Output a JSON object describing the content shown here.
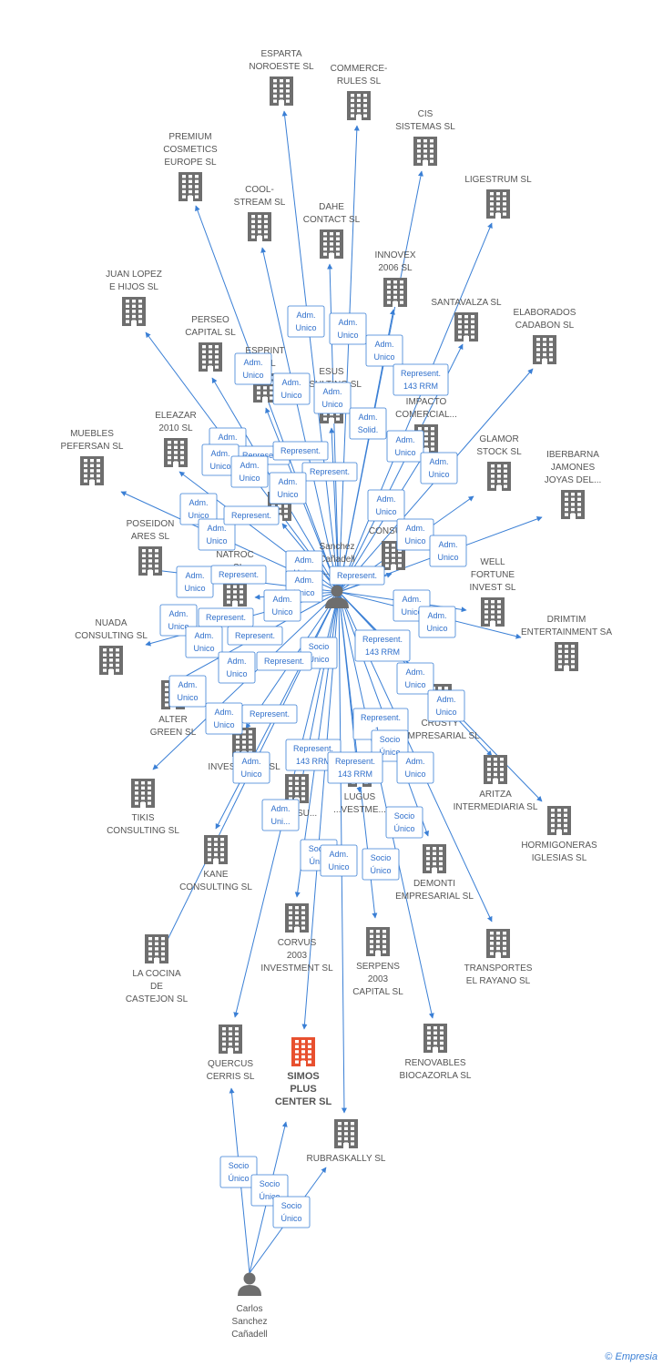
{
  "colors": {
    "edge": "#3a7fd5",
    "company": "#6e6e6e",
    "focus": "#e8502f",
    "person": "#6e6e6e"
  },
  "copyright": {
    "symbol": "©",
    "brand": "Empresia"
  },
  "companies": [
    {
      "id": "esparta",
      "lines": [
        "ESPARTA",
        "NOROESTE SL"
      ]
    },
    {
      "id": "commerce",
      "lines": [
        "COMMERCE-",
        "RULES  SL"
      ]
    },
    {
      "id": "cis",
      "lines": [
        "CIS",
        "SISTEMAS SL"
      ]
    },
    {
      "id": "premium",
      "lines": [
        "PREMIUM",
        "COSMETICS",
        "EUROPE  SL"
      ]
    },
    {
      "id": "ligestrum",
      "lines": [
        "LIGESTRUM SL"
      ]
    },
    {
      "id": "coolstream",
      "lines": [
        "COOL-",
        "STREAM  SL"
      ]
    },
    {
      "id": "dahe",
      "lines": [
        "DAHE",
        "CONTACT SL"
      ]
    },
    {
      "id": "innovex",
      "lines": [
        "INNOVEX",
        "2006 SL"
      ]
    },
    {
      "id": "juanlopez",
      "lines": [
        "JUAN LOPEZ",
        "E HIJOS SL"
      ]
    },
    {
      "id": "santavalza",
      "lines": [
        "SANTAVALZA SL"
      ]
    },
    {
      "id": "elaborados",
      "lines": [
        "ELABORADOS",
        "CADABON  SL"
      ]
    },
    {
      "id": "perseo",
      "lines": [
        "PERSEO",
        "CAPITAL SL"
      ]
    },
    {
      "id": "esprint",
      "lines": [
        "ESPRINT",
        "... SL"
      ]
    },
    {
      "id": "esus",
      "lines": [
        "ESUS",
        "...SULTING SL"
      ]
    },
    {
      "id": "impacto",
      "lines": [
        "IMPACTO",
        "COMERCIAL..."
      ]
    },
    {
      "id": "eleazar",
      "lines": [
        "ELEAZAR",
        "2010 SL"
      ]
    },
    {
      "id": "muebles",
      "lines": [
        "MUEBLES",
        "PEFERSAN SL"
      ]
    },
    {
      "id": "glamor",
      "lines": [
        "GLAMOR",
        "STOCK  SL"
      ]
    },
    {
      "id": "iberbarna",
      "lines": [
        "IBERBARNA",
        "JAMONES",
        "JOYAS DEL..."
      ]
    },
    {
      "id": "hmid",
      "lines": [
        "H..."
      ]
    },
    {
      "id": "poseidon",
      "lines": [
        "POSEIDON",
        "ARES SL"
      ]
    },
    {
      "id": "consult",
      "lines": [
        "CONSULT..."
      ]
    },
    {
      "id": "natroc",
      "lines": [
        "NATROC",
        "...SL"
      ]
    },
    {
      "id": "well",
      "lines": [
        "WELL",
        "FORTUNE",
        "INVEST  SL"
      ]
    },
    {
      "id": "nuada",
      "lines": [
        "NUADA",
        "CONSULTING SL"
      ]
    },
    {
      "id": "drimtim",
      "lines": [
        "DRIMTIM",
        "ENTERTAINMENT SA"
      ]
    },
    {
      "id": "alter",
      "lines": [
        "ALTER",
        "GREEN SL"
      ]
    },
    {
      "id": "crusty",
      "lines": [
        "CRUSTY",
        "...MPRESARIAL SL"
      ]
    },
    {
      "id": "tikis",
      "lines": [
        "TIKIS",
        "CONSULTING SL"
      ]
    },
    {
      "id": "investment",
      "lines": [
        "INVESTMENT SL"
      ]
    },
    {
      "id": "aritza",
      "lines": [
        "ARITZA",
        "INTERMEDIARIA SL"
      ]
    },
    {
      "id": "lugus",
      "lines": [
        "LUGUS",
        "...VESTME..."
      ]
    },
    {
      "id": "consu2",
      "lines": [
        "CONSU..."
      ]
    },
    {
      "id": "hormigoneras",
      "lines": [
        "HORMIGONERAS",
        "IGLESIAS SL"
      ]
    },
    {
      "id": "kane",
      "lines": [
        "KANE",
        "CONSULTING SL"
      ]
    },
    {
      "id": "demonti",
      "lines": [
        "DEMONTI",
        "EMPRESARIAL SL"
      ]
    },
    {
      "id": "lacocina",
      "lines": [
        "LA COCINA",
        "DE",
        "CASTEJON SL"
      ]
    },
    {
      "id": "corvus",
      "lines": [
        "CORVUS",
        "2003",
        "INVESTMENT SL"
      ]
    },
    {
      "id": "serpens",
      "lines": [
        "SERPENS",
        "2003",
        "CAPITAL SL"
      ]
    },
    {
      "id": "transportes",
      "lines": [
        "TRANSPORTES",
        "EL RAYANO SL"
      ]
    },
    {
      "id": "quercus",
      "lines": [
        "QUERCUS",
        "CERRIS SL"
      ]
    },
    {
      "id": "simos",
      "lines": [
        "SIMOS",
        "PLUS",
        "CENTER SL"
      ],
      "focus": true
    },
    {
      "id": "renovables",
      "lines": [
        "RENOVABLES",
        "BIOCAZORLA SL"
      ]
    },
    {
      "id": "rubraskally",
      "lines": [
        "RUBRASKALLY SL"
      ]
    }
  ],
  "people": [
    {
      "id": "hub",
      "lines": [
        "Sanchez",
        "Cañadell",
        "...arlos"
      ]
    },
    {
      "id": "carlos",
      "lines": [
        "Carlos",
        "Sanchez",
        "Cañadell"
      ]
    }
  ],
  "edge_labels": [
    [
      "Adm.",
      "Unico"
    ],
    [
      "Adm.",
      "Unico"
    ],
    [
      "Adm.",
      "Unico"
    ],
    [
      "Adm.",
      "Unico"
    ],
    [
      "Represent.",
      "143 RRM"
    ],
    [
      "Adm.",
      "Unico"
    ],
    [
      "Adm.",
      "Unico"
    ],
    [
      "Adm.",
      "Solid."
    ],
    [
      "Adm.",
      "Unico"
    ],
    [
      "Adm.",
      "Unico"
    ],
    [
      "Adm.",
      "Unico"
    ],
    [
      "Represent."
    ],
    [
      "Adm.",
      "Unico"
    ],
    [
      "Represent."
    ],
    [
      "Adm.",
      "Unico"
    ],
    [
      "Adm.",
      "Unico"
    ],
    [
      "Represent."
    ],
    [
      "Adm.",
      "Unico"
    ],
    [
      "Adm.",
      "Unico"
    ],
    [
      "Adm.",
      "Unico"
    ],
    [
      "Adm.",
      "Unico"
    ],
    [
      "Adm.",
      "Unico"
    ],
    [
      "Represent."
    ],
    [
      "Adm.",
      "Unico"
    ],
    [
      "Represent."
    ],
    [
      "Adm.",
      "Unico"
    ],
    [
      "Adm.",
      "Unico"
    ],
    [
      "Adm.",
      "Unico"
    ],
    [
      "Represent."
    ],
    [
      "Adm.",
      "Unico"
    ],
    [
      "Represent."
    ],
    [
      "Socio",
      "Único"
    ],
    [
      "Represent.",
      "143 RRM"
    ],
    [
      "Adm.",
      "Unico"
    ],
    [
      "Adm.",
      "Unico"
    ],
    [
      "Adm.",
      "Unico"
    ],
    [
      "Adm.",
      "Unico"
    ],
    [
      "Represent."
    ],
    [
      "Represent."
    ],
    [
      "Adm.",
      "Unico"
    ],
    [
      "Adm.",
      "Unico"
    ],
    [
      "Represent.",
      "1..."
    ],
    [
      "Represent."
    ],
    [
      "Socio",
      "Único"
    ],
    [
      "Represent.",
      "143 RRM"
    ],
    [
      "Represent.",
      "143 RRM"
    ],
    [
      "Adm.",
      "Unico"
    ],
    [
      "Adm.",
      "Unico"
    ],
    [
      "Adm.",
      "Unico"
    ],
    [
      "Adm.",
      "Unico"
    ],
    [
      "Adm.",
      "Uni..."
    ],
    [
      "Socio",
      "Único"
    ],
    [
      "Socio",
      "Úni..."
    ],
    [
      "Adm.",
      "Unico"
    ],
    [
      "Socio",
      "Único"
    ],
    [
      "Socio",
      "Único"
    ],
    [
      "Socio",
      "Único"
    ],
    [
      "Socio",
      "Único"
    ]
  ]
}
